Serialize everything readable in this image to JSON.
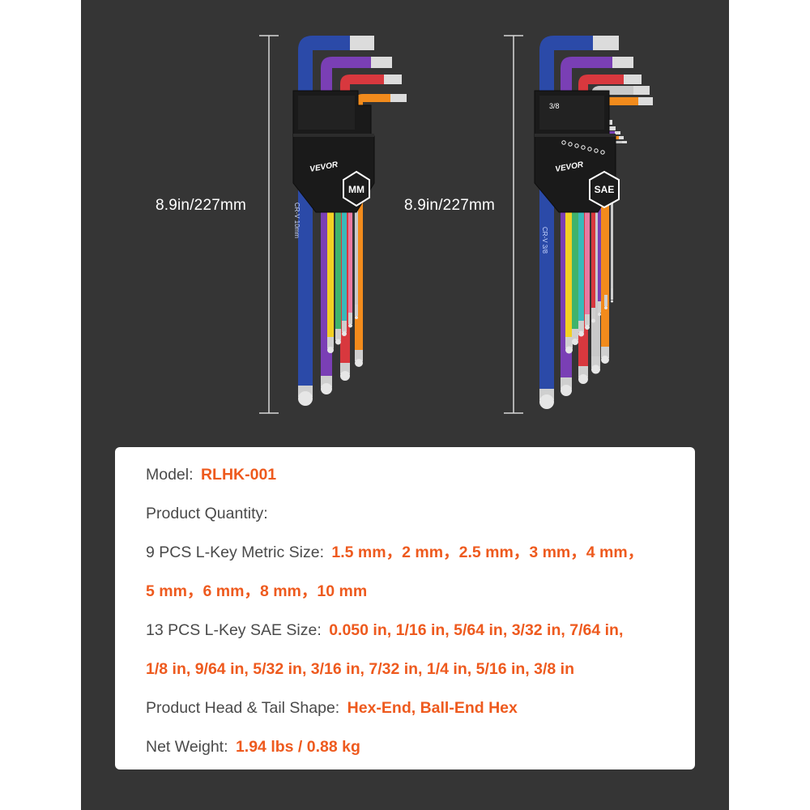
{
  "images": {
    "metric_set": {
      "brand": "VEVOR",
      "badge": "MM",
      "shaft_text": "CR-V 10mm",
      "dimension": "8.9in/227mm",
      "key_colors": [
        "#2b4aa8",
        "#7a3fb5",
        "#d8383e",
        "#f28b1c",
        "#f2d023",
        "#3fb36c",
        "#39b9ba",
        "#e97aa2",
        "#c9c9c9"
      ]
    },
    "sae_set": {
      "brand": "VEVOR",
      "badge": "SAE",
      "shaft_text": "CR-V 3/8",
      "size_mark": "3/8",
      "dimension": "8.9in/227mm",
      "key_colors": [
        "#2b4aa8",
        "#7a3fb5",
        "#d8383e",
        "#c9c9c9",
        "#f28b1c",
        "#f2d023",
        "#3fb36c",
        "#39b9ba",
        "#e97aa2",
        "#d8383e",
        "#7a3fb5",
        "#f28b1c",
        "#c9c9c9"
      ]
    }
  },
  "specs": {
    "model": {
      "label": "Model:",
      "value": "RLHK-001"
    },
    "quantity_heading": "Product Quantity:",
    "metric": {
      "label": "9 PCS L-Key Metric Size:",
      "sizes": [
        "1.5 mm",
        "2 mm",
        "2.5 mm",
        "3 mm",
        "4 mm",
        "5 mm",
        "6 mm",
        "8 mm",
        "10 mm"
      ]
    },
    "sae": {
      "label": "13 PCS L-Key SAE Size:",
      "sizes": [
        "0.050 in",
        "1/16 in",
        "5/64 in",
        "3/32 in",
        "7/64 in",
        "1/8 in",
        "9/64 in",
        "5/32 in",
        "3/16 in",
        "7/32 in",
        "1/4 in",
        "5/16 in",
        "3/8 in"
      ]
    },
    "shape": {
      "label": "Product Head & Tail Shape:",
      "value": "Hex-End, Ball-End Hex"
    },
    "weight": {
      "label": "Net Weight:",
      "value": "1.94 lbs / 0.88 kg"
    }
  },
  "colors": {
    "background": "#353535",
    "accent": "#ee5a1e",
    "card": "#ffffff",
    "text": "#4a4a4a"
  }
}
